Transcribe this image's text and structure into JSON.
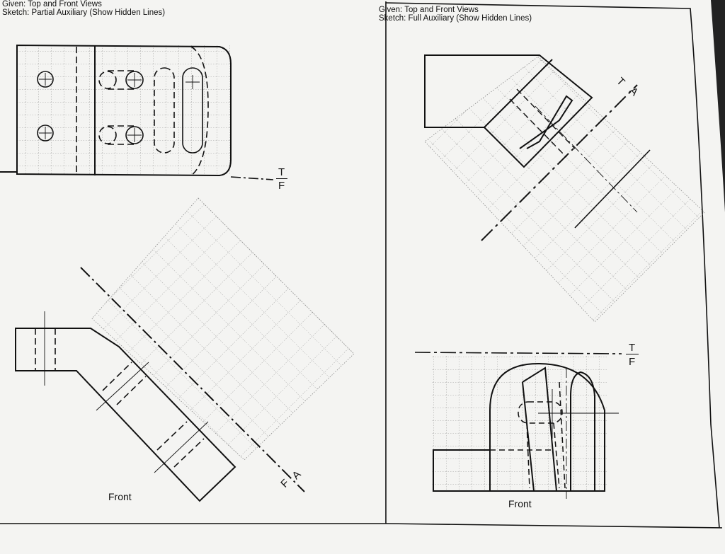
{
  "left_panel": {
    "given": "Given:  Top and Front Views",
    "sketch": "Sketch: Partial Auxiliary (Show Hidden Lines)",
    "view_label": "Front",
    "fold_top_t": "T",
    "fold_top_f": "F",
    "fold_aux_a": "A",
    "fold_aux_f": "F"
  },
  "right_panel": {
    "given": "Given:  Top and Front Views",
    "sketch": "Sketch: Full Auxiliary (Show Hidden Lines)",
    "view_label": "Front",
    "fold_front_t": "T",
    "fold_front_f": "F",
    "fold_aux_t": "T",
    "fold_aux_a": "A"
  }
}
